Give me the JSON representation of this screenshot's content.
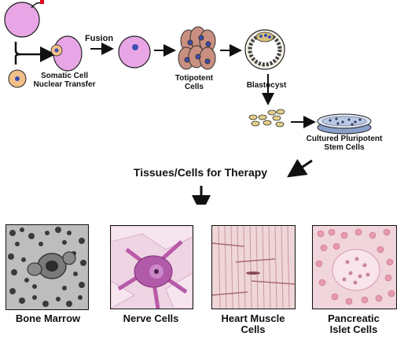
{
  "labels": {
    "fusion": "Fusion",
    "scnt_line1": "Somatic Cell",
    "scnt_line2": "Nuclear Transfer",
    "totipotent_line1": "Totipotent",
    "totipotent_line2": "Cells",
    "blastocyst": "Blastocyst",
    "cultured_line1": "Cultured Pluripotent",
    "cultured_line2": "Stem Cells",
    "therapy_title": "Tissues/Cells for Therapy"
  },
  "tissues": [
    {
      "line1": "Bone Marrow",
      "line2": ""
    },
    {
      "line1": "Nerve Cells",
      "line2": ""
    },
    {
      "line1": "Heart Muscle",
      "line2": "Cells"
    },
    {
      "line1": "Pancreatic",
      "line2": "Islet Cells"
    }
  ],
  "colors": {
    "egg": "#e9a6e6",
    "somatic": "#f2c088",
    "totipotent": "#c98f80",
    "nucleus": "#3b4db3",
    "enucleated_marker": "#e0001a"
  }
}
